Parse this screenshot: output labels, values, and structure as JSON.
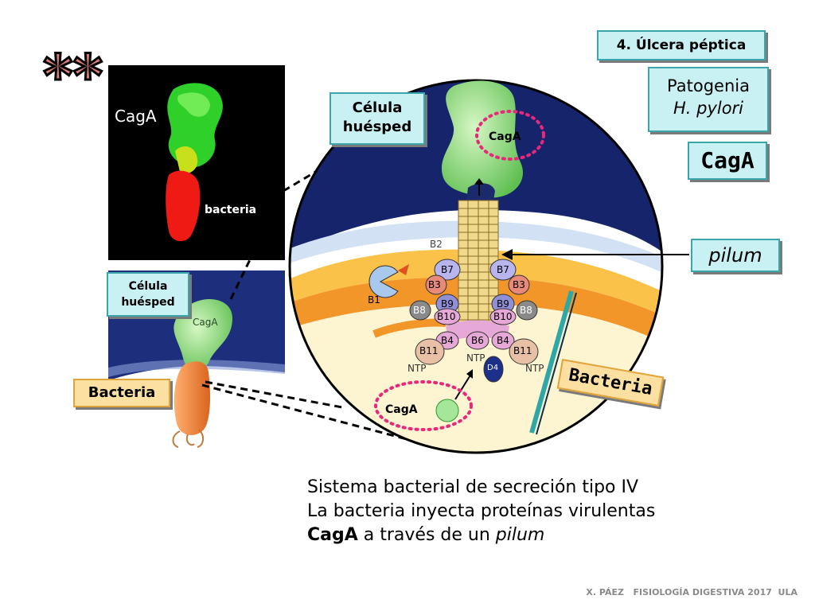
{
  "topic_box": "4. Úlcera péptica",
  "title": {
    "line1": "Patogenia",
    "line2": "H. pylori"
  },
  "caga_heading": "CagA",
  "stars": "**",
  "micrograph": {
    "caga_label": "CagA",
    "bacteria_label": "bacteria"
  },
  "inset": {
    "host_cell_line1": "Célula",
    "host_cell_line2": "huésped",
    "caga_label": "CagA",
    "bacteria_tag": "Bacteria"
  },
  "main": {
    "host_cell_line1": "Célula",
    "host_cell_line2": "huésped",
    "caga_top": "CagA",
    "caga_bottom": "CagA",
    "pilum": "pilum",
    "bacteria": "Bacteria",
    "proteins": {
      "b2": "B2",
      "b7a": "B7",
      "b7b": "B7",
      "b3a": "B3",
      "b3b": "B3",
      "b1": "B1",
      "b8a": "B8",
      "b8b": "B8",
      "b9a": "B9",
      "b9b": "B9",
      "b10a": "B10",
      "b10b": "B10",
      "b4a": "B4",
      "b4b": "B4",
      "b6": "B6",
      "b11a": "B11",
      "b11b": "B11",
      "d4": "D4",
      "ntp1": "NTP",
      "ntp2": "NTP",
      "ntp3": "NTP"
    }
  },
  "caption": {
    "line1": "Sistema bacterial de secreción tipo IV",
    "line2": "La bacteria inyecta proteínas virulentas",
    "line3_bold": "CagA",
    "line3_rest": " a través de un ",
    "line3_italic": "pilum"
  },
  "footer": "X. PÁEZ   FISIOLOGÍA DIGESTIVA 2017  ULA",
  "colors": {
    "box_fill": "#c9f0f2",
    "box_border": "#3aa6ac",
    "tag_fill": "#fbe0a2",
    "host_blue": "#1a2a78",
    "caga_green": "#6ccf5a",
    "membrane_orange": "#f2962a"
  }
}
